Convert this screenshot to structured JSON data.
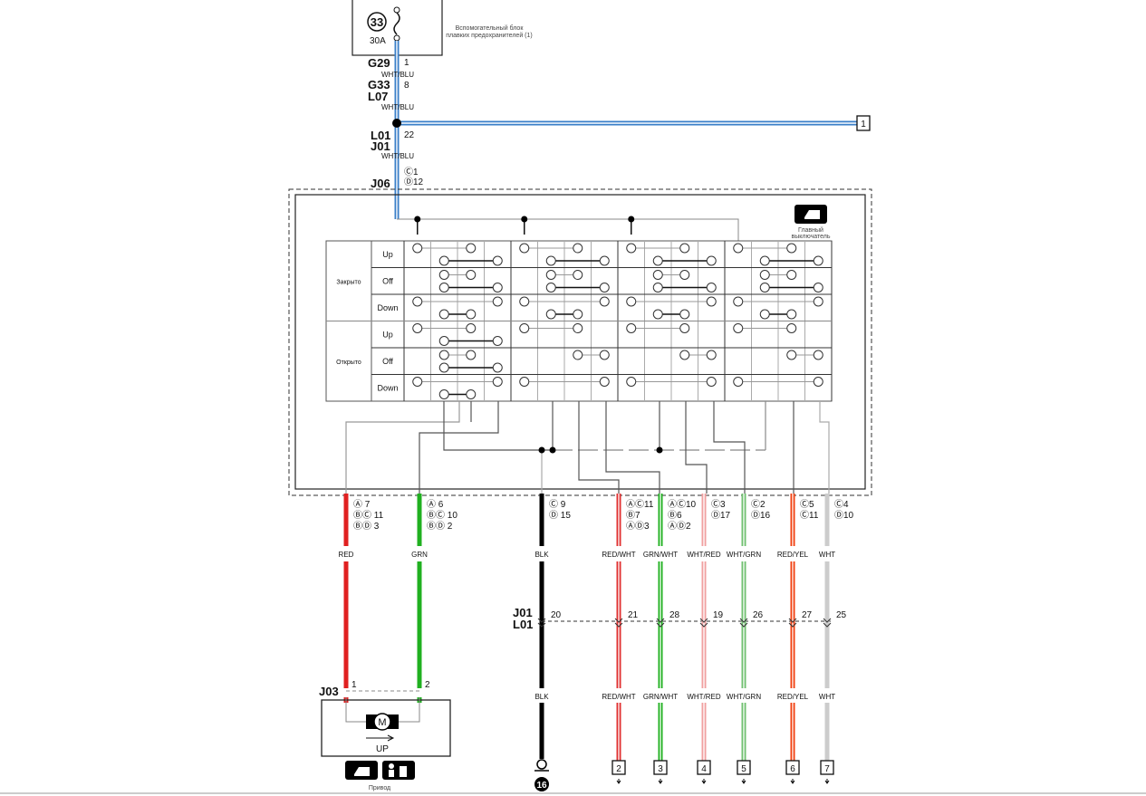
{
  "fuse": {
    "number": "33",
    "rating": "30A",
    "block_label_1": "Вспомогательный блок",
    "block_label_2": "плавких предохранителей (1)"
  },
  "connectors": {
    "g29": "G29",
    "g29_pin": "1",
    "g33": "G33",
    "g33_pin": "8",
    "l07": "L07",
    "l01": "L01",
    "l01_pin": "22",
    "j01": "J01",
    "j06": "J06",
    "j06_pin_c": "Ⓒ1",
    "j06_pin_d": "Ⓓ12",
    "j01_bottom": "J01",
    "l01_bottom": "L01",
    "j03": "J03",
    "j03_pin1": "1",
    "j03_pin2": "2"
  },
  "top_wire_color": "WHT/BLU",
  "offpage_top": "1",
  "switch": {
    "title_1": "Главный",
    "title_2": "выключатель",
    "groups": [
      "Закрыто",
      "Открыто"
    ],
    "rows": [
      "Up",
      "Off",
      "Down",
      "Up",
      "Off",
      "Down"
    ]
  },
  "wires": [
    {
      "color": "RED",
      "hex": "#e02020",
      "pins": [
        "Ⓐ 7",
        "ⒷⒸ 11",
        "ⒷⒹ 3"
      ]
    },
    {
      "color": "GRN",
      "hex": "#20b020",
      "pins": [
        "Ⓐ 6",
        "ⒷⒸ 10",
        "ⒷⒹ 2"
      ]
    },
    {
      "color": "BLK",
      "hex": "#000000",
      "pins": [
        "Ⓒ 9",
        "Ⓓ 15"
      ],
      "j01_pin": "20",
      "bottom": "BLK"
    },
    {
      "color": "RED/WHT",
      "hex": "#e03030",
      "pins": [
        "ⒶⒸ11",
        "Ⓑ7",
        "ⒶⒹ3"
      ],
      "j01_pin": "21",
      "bottom": "RED/WHT",
      "terminal": "2"
    },
    {
      "color": "GRN/WHT",
      "hex": "#20b020",
      "pins": [
        "ⒶⒸ10",
        "Ⓑ6",
        "ⒶⒹ2"
      ],
      "j01_pin": "28",
      "bottom": "GRN/WHT",
      "terminal": "3"
    },
    {
      "color": "WHT/RED",
      "hex": "#f0a0a0",
      "pins": [
        "Ⓒ3",
        "Ⓓ17"
      ],
      "j01_pin": "19",
      "bottom": "WHT/RED",
      "terminal": "4"
    },
    {
      "color": "WHT/GRN",
      "hex": "#70c070",
      "pins": [
        "Ⓒ2",
        "Ⓓ16"
      ],
      "j01_pin": "26",
      "bottom": "WHT/GRN",
      "terminal": "5"
    },
    {
      "color": "RED/YEL",
      "hex": "#f04010",
      "pins": [
        "Ⓒ5",
        "Ⓒ11"
      ],
      "j01_pin": "27",
      "bottom": "RED/YEL",
      "terminal": "6"
    },
    {
      "color": "WHT",
      "hex": "#cccccc",
      "pins": [
        "Ⓒ4",
        "Ⓓ10"
      ],
      "j01_pin": "25",
      "bottom": "WHT",
      "terminal": "7"
    }
  ],
  "motor": {
    "symbol": "M",
    "direction": "UP",
    "caption": "Привод"
  },
  "ground": "16"
}
